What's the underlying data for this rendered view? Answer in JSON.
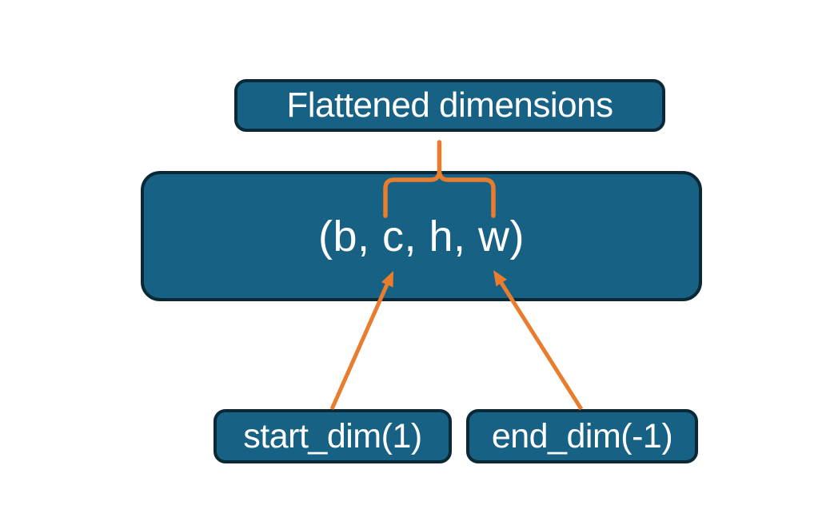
{
  "diagram": {
    "top_node": {
      "label": "Flattened dimensions"
    },
    "main_node": {
      "label": "(b, c, h, w)"
    },
    "start_node": {
      "label": "start_dim(1)"
    },
    "end_node": {
      "label": "end_dim(-1)"
    }
  },
  "colors": {
    "node-fill": "#176185",
    "node-border": "#0a2836",
    "accent": "#e87d2e",
    "label": "#ffffff",
    "background": "#ffffff"
  }
}
